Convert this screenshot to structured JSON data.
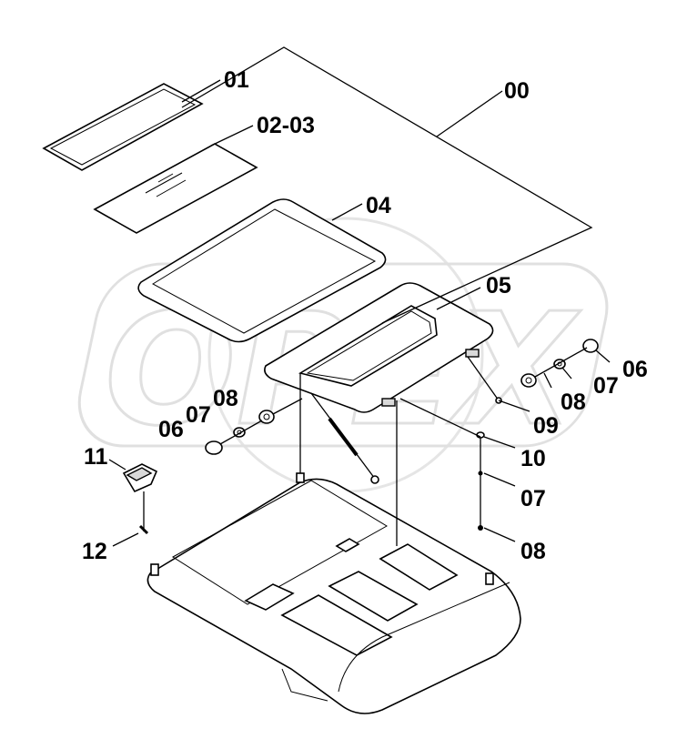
{
  "watermark": {
    "text": "OPEX"
  },
  "callouts": {
    "c00": "00",
    "c01": "01",
    "c0203": "02-03",
    "c04": "04",
    "c05": "05",
    "c06a": "06",
    "c07a": "07",
    "c08a": "08",
    "c06b": "06",
    "c07b": "07",
    "c08b": "08",
    "c09": "09",
    "c10": "10",
    "c07c": "07",
    "c08c": "08",
    "c11": "11",
    "c12": "12"
  }
}
